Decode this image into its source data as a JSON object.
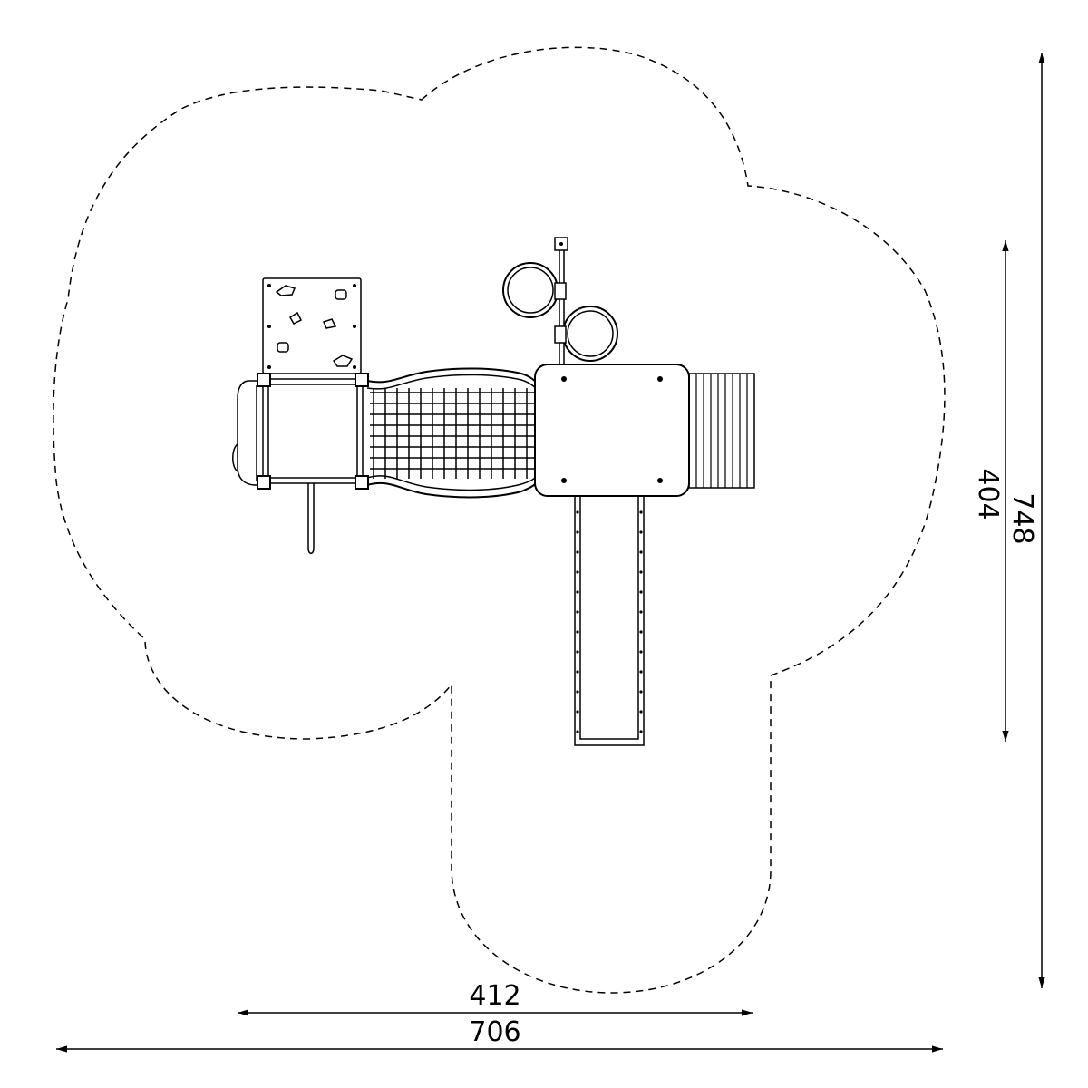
{
  "dimensions": {
    "width_inner": "412",
    "width_outer": "706",
    "height_inner": "404",
    "height_outer": "748"
  },
  "colors": {
    "line": "#000000",
    "background": "#ffffff"
  }
}
